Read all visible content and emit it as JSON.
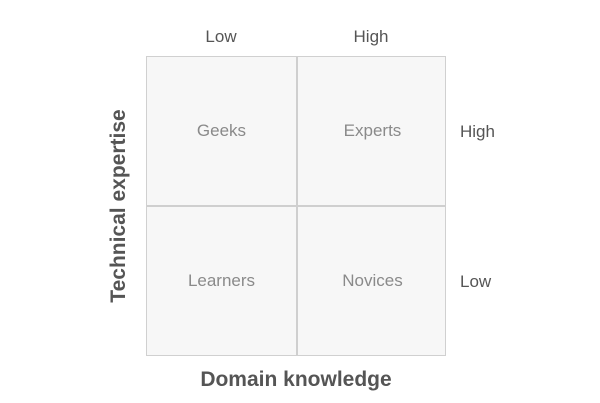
{
  "columns": {
    "low": "Low",
    "high": "High"
  },
  "rows": {
    "high": "High",
    "low": "Low"
  },
  "quadrants": {
    "top_left": "Geeks",
    "top_right": "Experts",
    "bottom_left": "Learners",
    "bottom_right": "Novices"
  },
  "x_axis_title": "Domain knowledge",
  "y_axis_title": "Technical expertise"
}
